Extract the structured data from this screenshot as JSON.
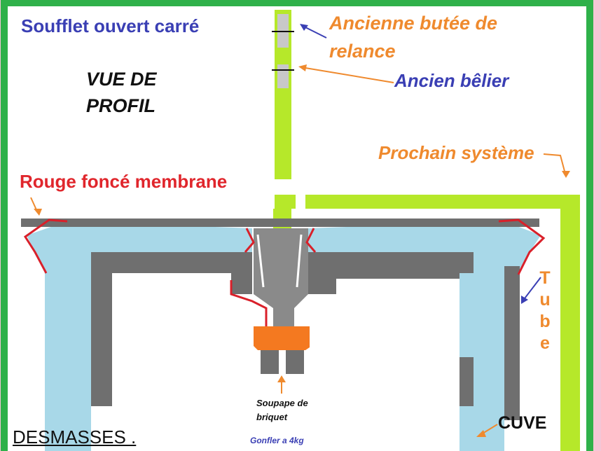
{
  "labels": {
    "soufflet": "Soufflet ouvert carré",
    "vue": "VUE DE PROFIL",
    "ancienne_butee": "Ancienne butée de relance",
    "ancien_belier": "Ancien bêlier",
    "prochain_systeme": "Prochain système",
    "rouge_membrane": "Rouge foncé membrane",
    "tube": "Tube",
    "cuve": "CUVE",
    "desmasses": "DESMASSES .",
    "soupape": "Soupape de briquet",
    "gonfler": "Gonfler a 4kg"
  },
  "colors": {
    "frame_green": "#2fb14a",
    "rod_green": "#b6e82a",
    "membrane_red": "#d9202a",
    "bellows_blue": "#a8d8e8",
    "steel_gray": "#6f6f6f",
    "valve_orange": "#f47920",
    "background_pink": "#f4c6d6"
  }
}
